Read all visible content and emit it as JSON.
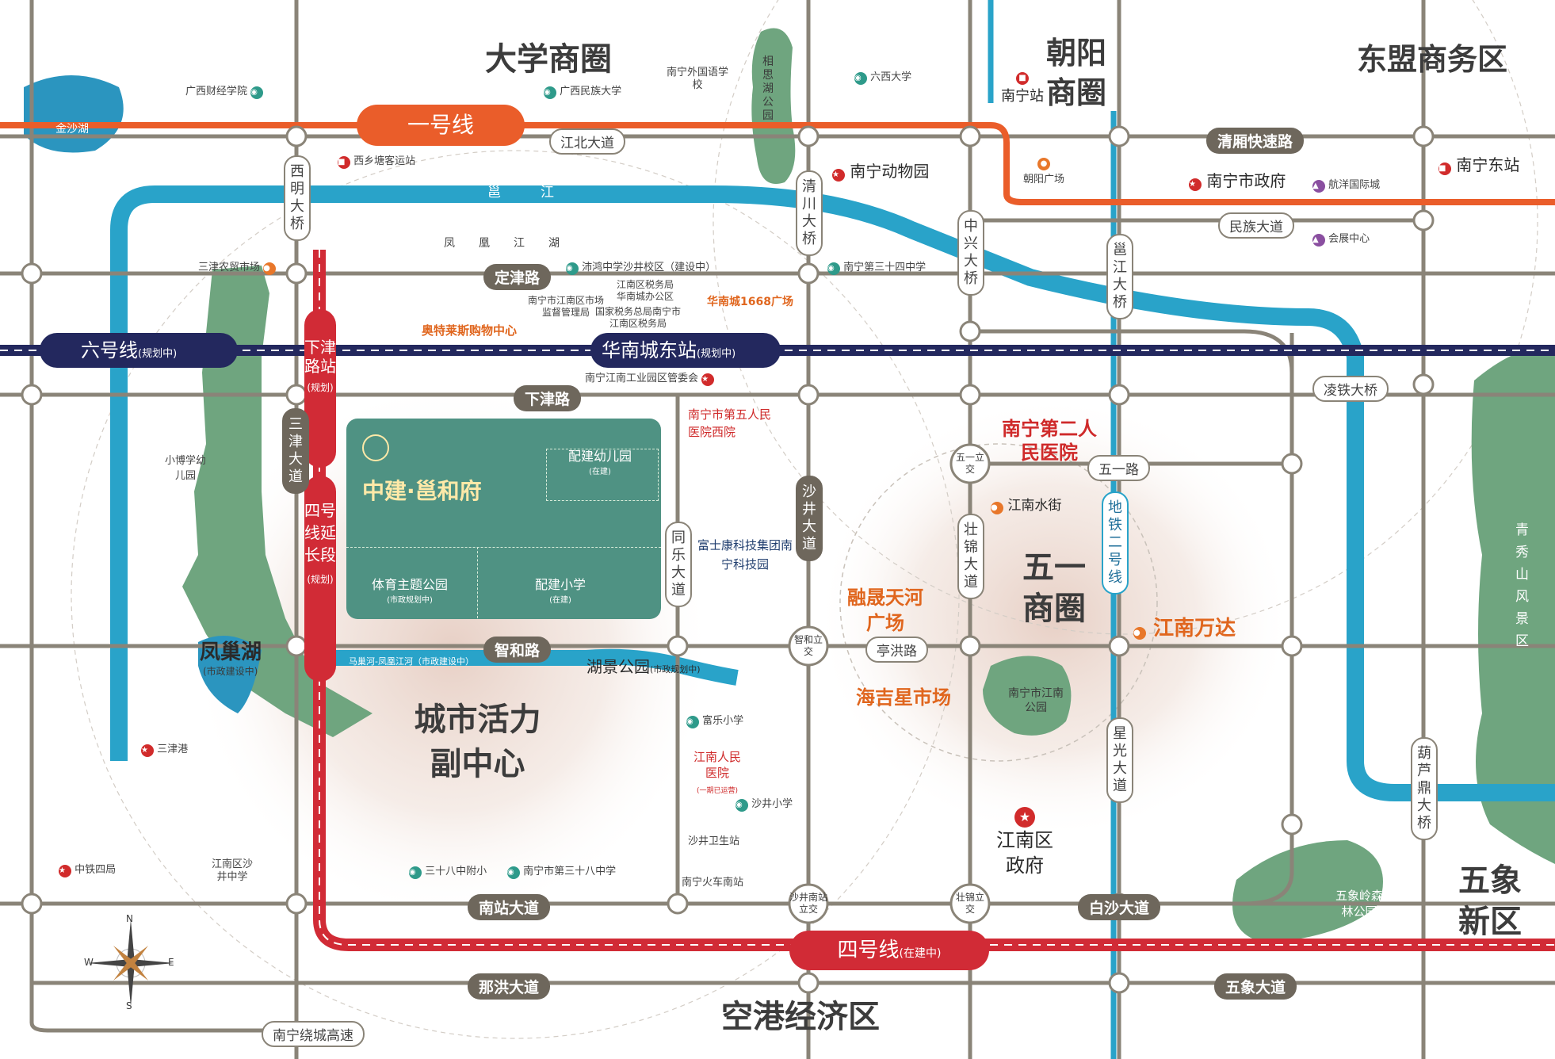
{
  "colors": {
    "road": "#8a8478",
    "river": "#29a3c9",
    "park": "#6fa57f",
    "line1": "#ea5d2a",
    "line6": "#23285e",
    "line4": "#d12b36",
    "project": "#4f9283",
    "commercial_glow": "#e9d9d2"
  },
  "districts": {
    "daxue": "大学商圈",
    "chaoyang": "朝阳商圈",
    "dongmeng": "东盟商务区",
    "wuyi": "五一商圈",
    "chengshi": "城市活力副中心",
    "wuxiang": "五象新区",
    "konggang": "空港经济区"
  },
  "metro": {
    "line1": "一号线",
    "line6": "六号线",
    "line6_note": "(规划中)",
    "huanan_station": "华南城东站",
    "huanan_note": "(规划中)",
    "xiajin_station": "下津路站",
    "xiajin_note": "(规划)",
    "line4_ext": "四号线延长段",
    "line4_ext_note": "(规划)",
    "line4": "四号线",
    "line4_note": "(在建中)",
    "line2": "地铁二号线"
  },
  "roads": {
    "jiangbei": "江北大道",
    "qingyong": "清厢快速路",
    "minzu": "民族大道",
    "dingjin": "定津路",
    "xiajin": "下津路",
    "zhihe": "智和路",
    "tinghong": "亭洪路",
    "wuyi_road": "五一路",
    "lingtie": "凌铁大桥",
    "nanzhan": "南站大道",
    "baisha": "白沙大道",
    "naihong": "那洪大道",
    "wuxiang_ave": "五象大道",
    "raocheng": "南宁绕城高速",
    "ximing": "西明大桥",
    "qingchuan": "清川大桥",
    "zhongxing": "中兴大桥",
    "yongjiang_bridge": "邕江大桥",
    "sanjin": "三津大道",
    "shajing": "沙井大道",
    "tongle": "同乐大道",
    "zhuangjin": "壮锦大道",
    "xingguang": "星光大道",
    "huludin": "葫芦鼎大桥"
  },
  "interchanges": {
    "wuyi": "五一立交",
    "zhihe": "智和立交",
    "shajingnan": "沙井南站立交",
    "zhuangjin": "壮锦立交"
  },
  "water": {
    "yongjiang": "邕江",
    "fenghuang": "凤凰江湖",
    "jinsha": "金沙湖",
    "fengchao": "凤巢湖",
    "fengchao_note": "(市政建设中)",
    "huanjing": "湖景公园",
    "huanjing_note": "(市政规划中)",
    "river_note": "马巢河-凤凰江河（市政建设中）"
  },
  "parks": {
    "xiangsi": "相思湖公园",
    "jiangnan_park": "南宁市江南公园",
    "wuxiangling": "五象岭森林公园",
    "qingxiu": "青秀山风景区"
  },
  "project": {
    "name": "中建·邕和府",
    "kindergarten": "配建幼儿园",
    "kindergarten_note": "(在建)",
    "sports_park": "体育主题公园",
    "sports_park_note": "(市政规划中)",
    "primary": "配建小学",
    "primary_note": "(在建)"
  },
  "pois": {
    "guangxi_finance": "广西财经学院",
    "guangxi_minzu": "广西民族大学",
    "nanning_foreign": "南宁外国语学校",
    "liuxi": "六西大学",
    "xixiangtang": "西乡塘客运站",
    "zoo": "南宁动物园",
    "nanning_station": "南宁站",
    "chaoyang_square": "朝阳广场",
    "city_gov": "南宁市政府",
    "hangyang": "航洋国际城",
    "nanning_east": "南宁东站",
    "convention": "会展中心",
    "sanjin_market": "三津农贸市场",
    "peihong": "沛鸿中学沙井校区（建设中）",
    "no34": "南宁第三十四中学",
    "tax1": "江南区税务局华南城办公区",
    "market_admin": "南宁市江南区市场监督管理局",
    "tax2": "国家税务总局南宁市江南区税务局",
    "huanan1668": "华南城1668广场",
    "outlets": "奥特莱斯购物中心",
    "industrial": "南宁江南工业园区管委会",
    "fifth_hosp": "南宁市第五人民医院西院",
    "second_hosp": "南宁第二人民医院",
    "jiangnan_water": "江南水街",
    "xiaobo": "小博学幼儿园",
    "foxconn": "富士康科技集团南宁科技园",
    "ronghe": "融晟天河广场",
    "haijixing": "海吉星市场",
    "jiangnan_wanda": "江南万达",
    "fule": "富乐小学",
    "jiangnan_hosp": "江南人民医院",
    "jiangnan_hosp_note": "(一期已运营)",
    "shajing_primary": "沙井小学",
    "shajing_health": "沙井卫生站",
    "nanning_south": "南宁火车南站",
    "sanjingang": "三津港",
    "zhongtie": "中铁四局",
    "shajing_middle": "江南区沙井中学",
    "no38_affil": "三十八中附小",
    "no38": "南宁市第三十八中学",
    "jiangnan_gov": "江南区政府"
  },
  "compass": {
    "n": "N",
    "s": "S",
    "e": "E",
    "w": "W"
  }
}
